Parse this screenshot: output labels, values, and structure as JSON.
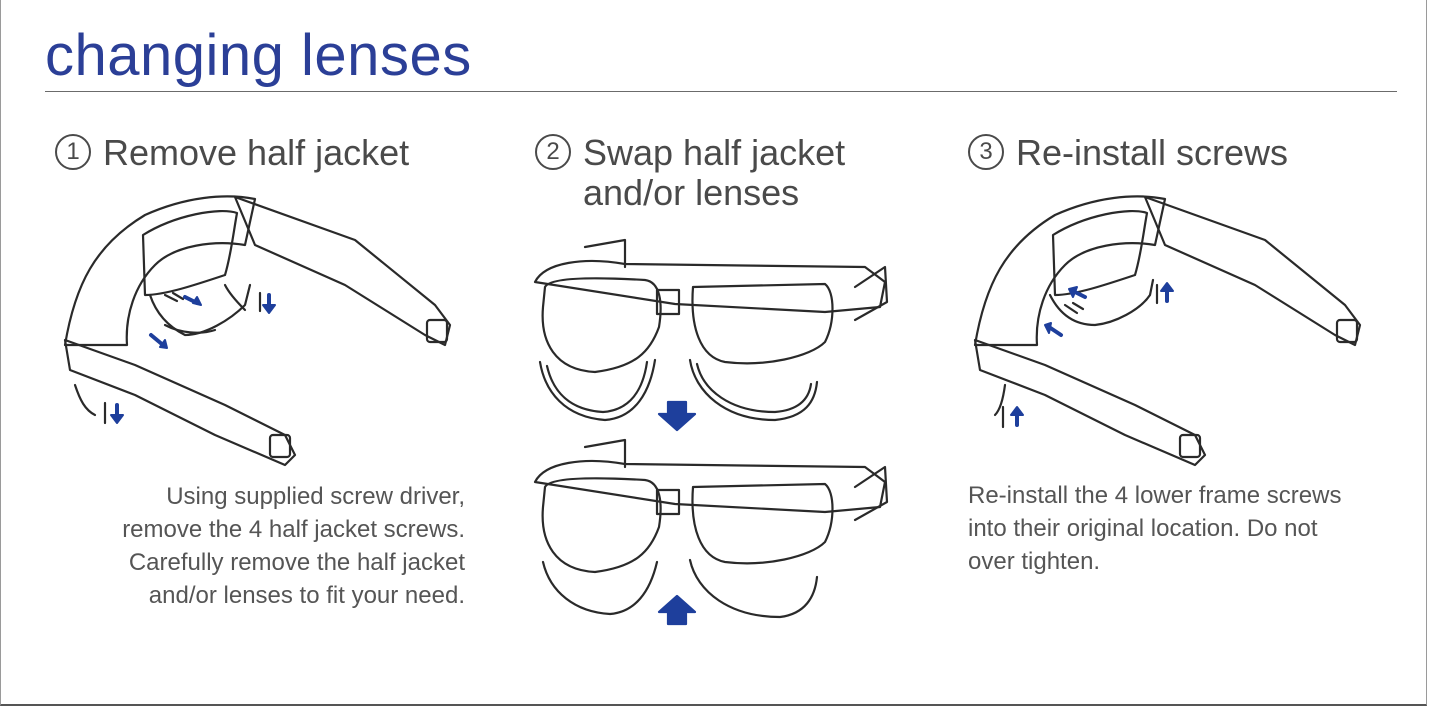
{
  "title": "changing lenses",
  "steps": [
    {
      "number": "1",
      "heading": "Remove half jacket",
      "description_lines": [
        "Using supplied screw driver,",
        "remove the 4 half jacket screws.",
        "Carefully remove the half jacket",
        "and/or lenses to fit your need."
      ]
    },
    {
      "number": "2",
      "heading_line1": "Swap half jacket",
      "heading_line2": "and/or lenses"
    },
    {
      "number": "3",
      "heading": "Re-install screws",
      "description_lines": [
        "Re-install the 4 lower frame screws",
        "into their original location. Do not",
        "over tighten."
      ]
    }
  ],
  "colors": {
    "title": "#2b3f97",
    "arrow": "#1e3f9c",
    "line_art": "#2a2a2a"
  }
}
